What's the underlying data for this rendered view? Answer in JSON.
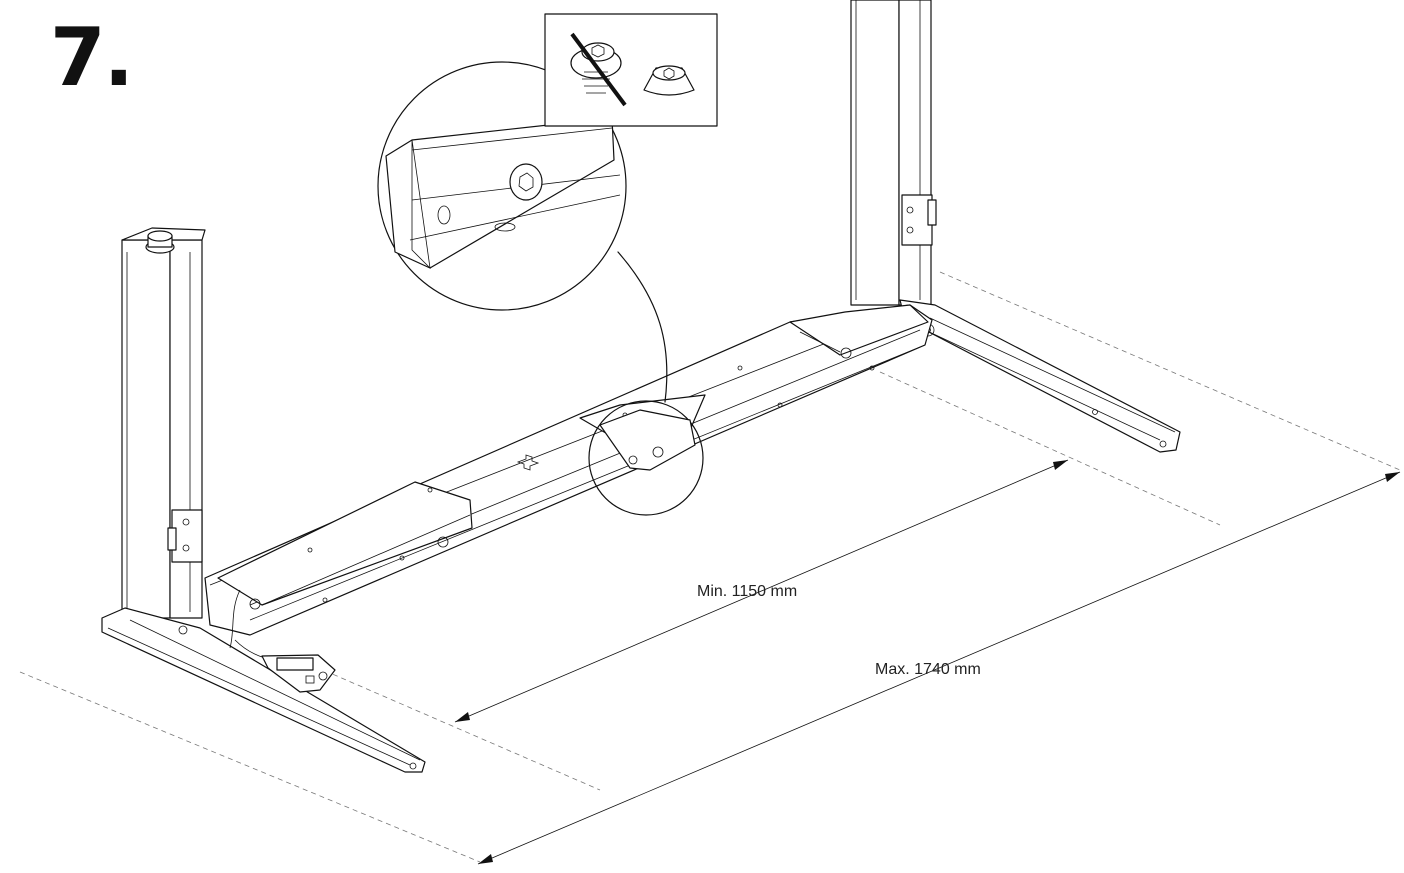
{
  "step": {
    "number": "7."
  },
  "dimensions": {
    "min_label": "Min. 1150 mm",
    "max_label": "Max. 1740 mm"
  },
  "icons": {
    "crossed_out": "bolt-with-washer-icon",
    "allowed": "washer-icon",
    "detail_magnifier": "magnifier-detail-icon"
  },
  "colors": {
    "line": "#111111",
    "dash": "#777777",
    "background": "#ffffff"
  }
}
